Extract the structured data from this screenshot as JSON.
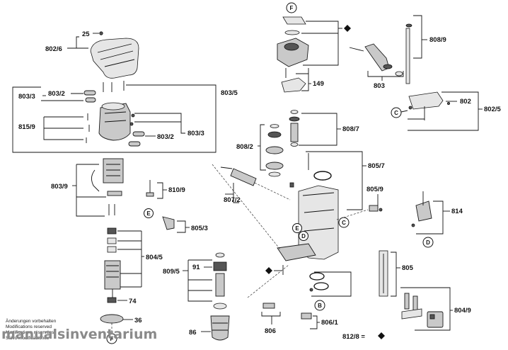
{
  "labels": {
    "l25": "25",
    "l802_6": "802/6",
    "l803_3a": "803/3",
    "l803_2a": "803/2",
    "l803_5": "803/5",
    "l815_9": "815/9",
    "l803_2b": "803/2",
    "l803_3b": "803/3",
    "l803_9": "803/9",
    "l810_9": "810/9",
    "l805_3": "805/3",
    "l804_5": "804/5",
    "l74": "74",
    "l36": "36",
    "l149": "149",
    "l808_9": "808/9",
    "l803": "803",
    "l802": "802",
    "l802_5": "802/5",
    "l808_7": "808/7",
    "l808_2": "808/2",
    "l805_7": "805/7",
    "l807_2": "807/2",
    "l805_9": "805/9",
    "l814": "814",
    "l805": "805",
    "l809_5": "809/5",
    "l91": "91",
    "l86": "86",
    "l806": "806",
    "l806_1": "806/1",
    "l804_9": "804/9",
    "l812_8": "812/8 ="
  },
  "markers": {
    "F": "F",
    "C": "C",
    "E": "E",
    "D": "D",
    "B": "B",
    "ring_F_top": "F",
    "ring_C_right": "C",
    "ring_C_mid": "C",
    "ring_E_mid": "E",
    "ring_D_mid": "D",
    "ring_D_right": "D",
    "ring_B_bottom": "B",
    "ring_F_bottom": "F"
  },
  "notice": {
    "line1": "Änderungen vorbehalten",
    "line2": "Modifications reserved",
    "line3": "Modifications réservées",
    "line4": "Salvo modificaciones"
  },
  "watermark": "manualsinventarium"
}
